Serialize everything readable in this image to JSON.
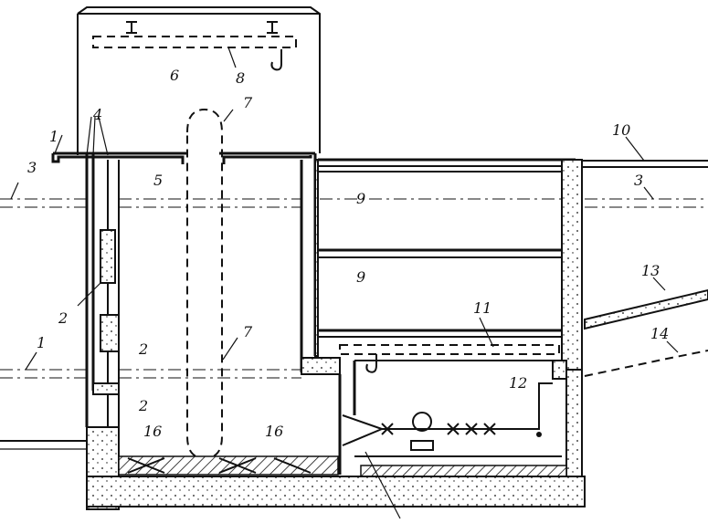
{
  "labels": {
    "l1a": "1",
    "l1b": "1",
    "l2a": "2",
    "l2b": "2",
    "l2c": "2",
    "l3a": "3",
    "l3b": "3",
    "l4": "4",
    "l5": "5",
    "l6": "6",
    "l7a": "7",
    "l7b": "7",
    "l8": "8",
    "l9a": "9",
    "l9b": "9",
    "l10": "10",
    "l11": "11",
    "l12": "12",
    "l13": "13",
    "l14": "14",
    "l16a": "16",
    "l16b": "16"
  }
}
